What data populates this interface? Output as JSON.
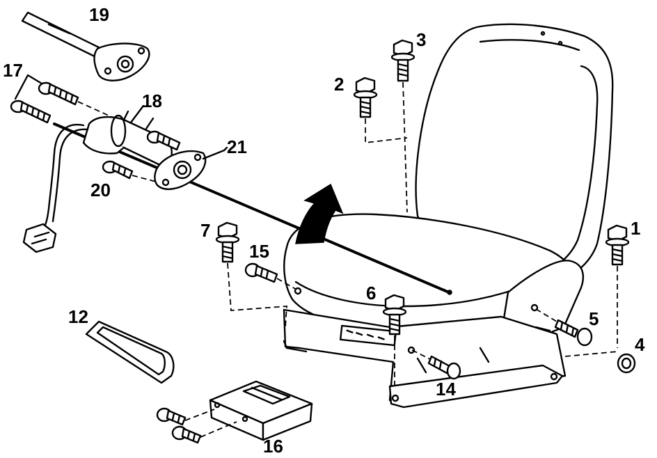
{
  "diagram": {
    "colors": {
      "ink": "#000000",
      "paper": "#ffffff"
    },
    "icons": [
      "bolt-icon",
      "screw-icon",
      "washer-icon",
      "direction-arrow-icon"
    ],
    "callouts": [
      {
        "id": "1",
        "label": "1"
      },
      {
        "id": "2",
        "label": "2"
      },
      {
        "id": "3",
        "label": "3"
      },
      {
        "id": "4",
        "label": "4"
      },
      {
        "id": "5",
        "label": "5"
      },
      {
        "id": "6",
        "label": "6"
      },
      {
        "id": "7",
        "label": "7"
      },
      {
        "id": "12",
        "label": "12"
      },
      {
        "id": "14",
        "label": "14"
      },
      {
        "id": "15",
        "label": "15"
      },
      {
        "id": "16",
        "label": "16"
      },
      {
        "id": "17",
        "label": "17"
      },
      {
        "id": "18",
        "label": "18"
      },
      {
        "id": "19",
        "label": "19"
      },
      {
        "id": "20",
        "label": "20"
      },
      {
        "id": "21",
        "label": "21"
      }
    ]
  }
}
